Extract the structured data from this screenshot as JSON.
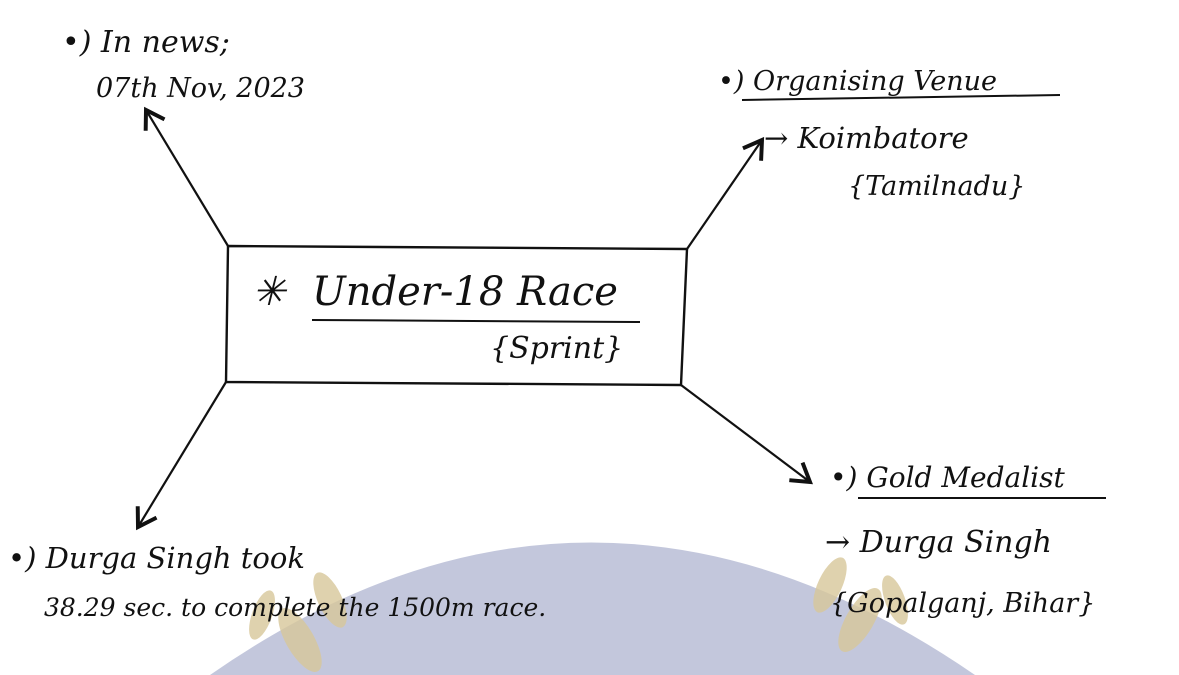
{
  "center": {
    "star": "✳",
    "title": "Under-18 Race",
    "subtitle": "{Sprint}"
  },
  "top_left": {
    "heading": "•) In news;",
    "date": "07th Nov, 2023"
  },
  "top_right": {
    "heading": "•) Organising Venue",
    "line1": "→ Koimbatore",
    "line2": "{Tamilnadu}"
  },
  "bottom_right": {
    "heading": "•) Gold Medalist",
    "line1": "→ Durga Singh",
    "line2": "{Gopalganj, Bihar}"
  },
  "bottom_left": {
    "line1": "•) Durga Singh took",
    "line2": "38.29 sec. to complete the 1500m race."
  },
  "watermark": {
    "color": "#b9bdd6",
    "laurel_color": "#d8c79a"
  }
}
